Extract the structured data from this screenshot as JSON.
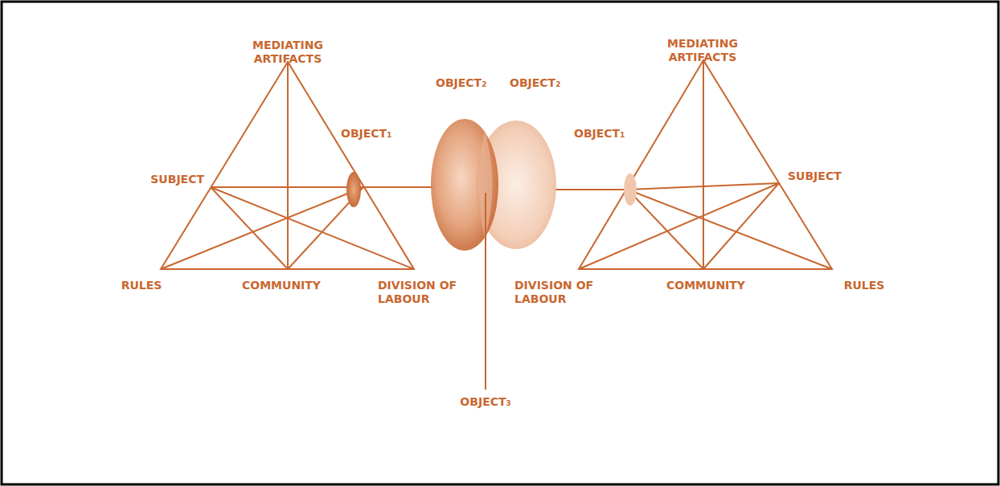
{
  "diagram": {
    "labels": [
      "MEDIATING ARTIFACTS",
      "MEDIATING ARTIFACTS",
      "OBJECT₂",
      "OBJECT₂",
      "OBJECT₁",
      "OBJECT₁",
      "SUBJECT",
      "SUBJECT",
      "RULES",
      "COMMUNITY",
      "DIVISION OF LABOUR",
      "DIVISION OF LABOUR",
      "COMMUNITY",
      "RULES",
      "OBJECT₃"
    ]
  }
}
